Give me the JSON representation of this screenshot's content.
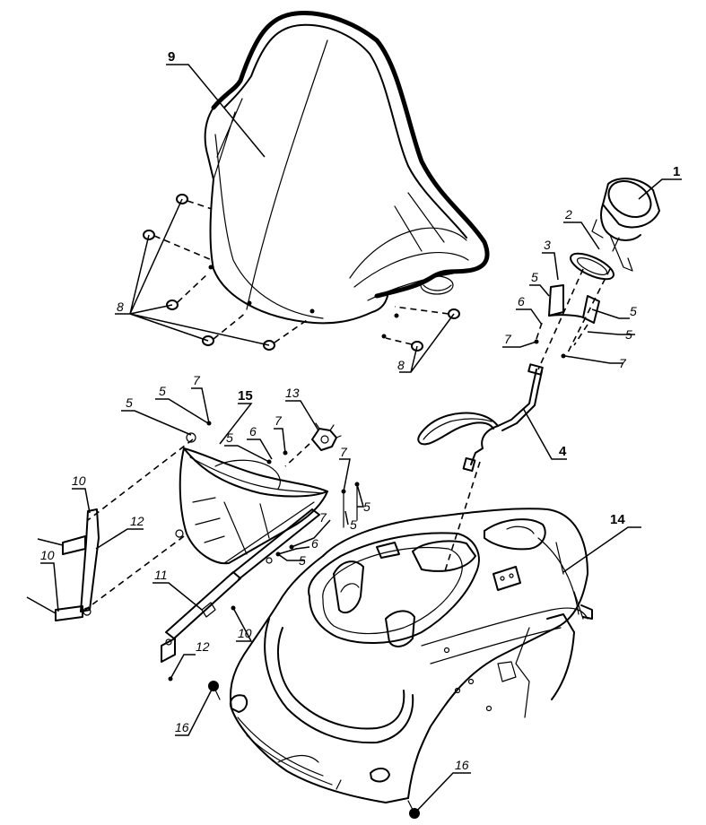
{
  "callouts": {
    "c1": "1",
    "c2": "2",
    "c3": "3",
    "c4": "4",
    "c5a": "5",
    "c5b": "5",
    "c5c": "5",
    "c5d": "5",
    "c5e": "5",
    "c5f": "5",
    "c5g": "5",
    "c5h": "5",
    "c5i": "5",
    "c6a": "6",
    "c6b": "6",
    "c6c": "6",
    "c7a": "7",
    "c7b": "7",
    "c7c": "7",
    "c7d": "7",
    "c7e": "7",
    "c7f": "7",
    "c8a": "8",
    "c8b": "8",
    "c9": "9",
    "c10a": "10",
    "c10b": "10",
    "c10c": "10",
    "c11": "11",
    "c12a": "12",
    "c12b": "12",
    "c13": "13",
    "c14": "14",
    "c15": "15",
    "c16a": "16",
    "c16b": "16"
  }
}
